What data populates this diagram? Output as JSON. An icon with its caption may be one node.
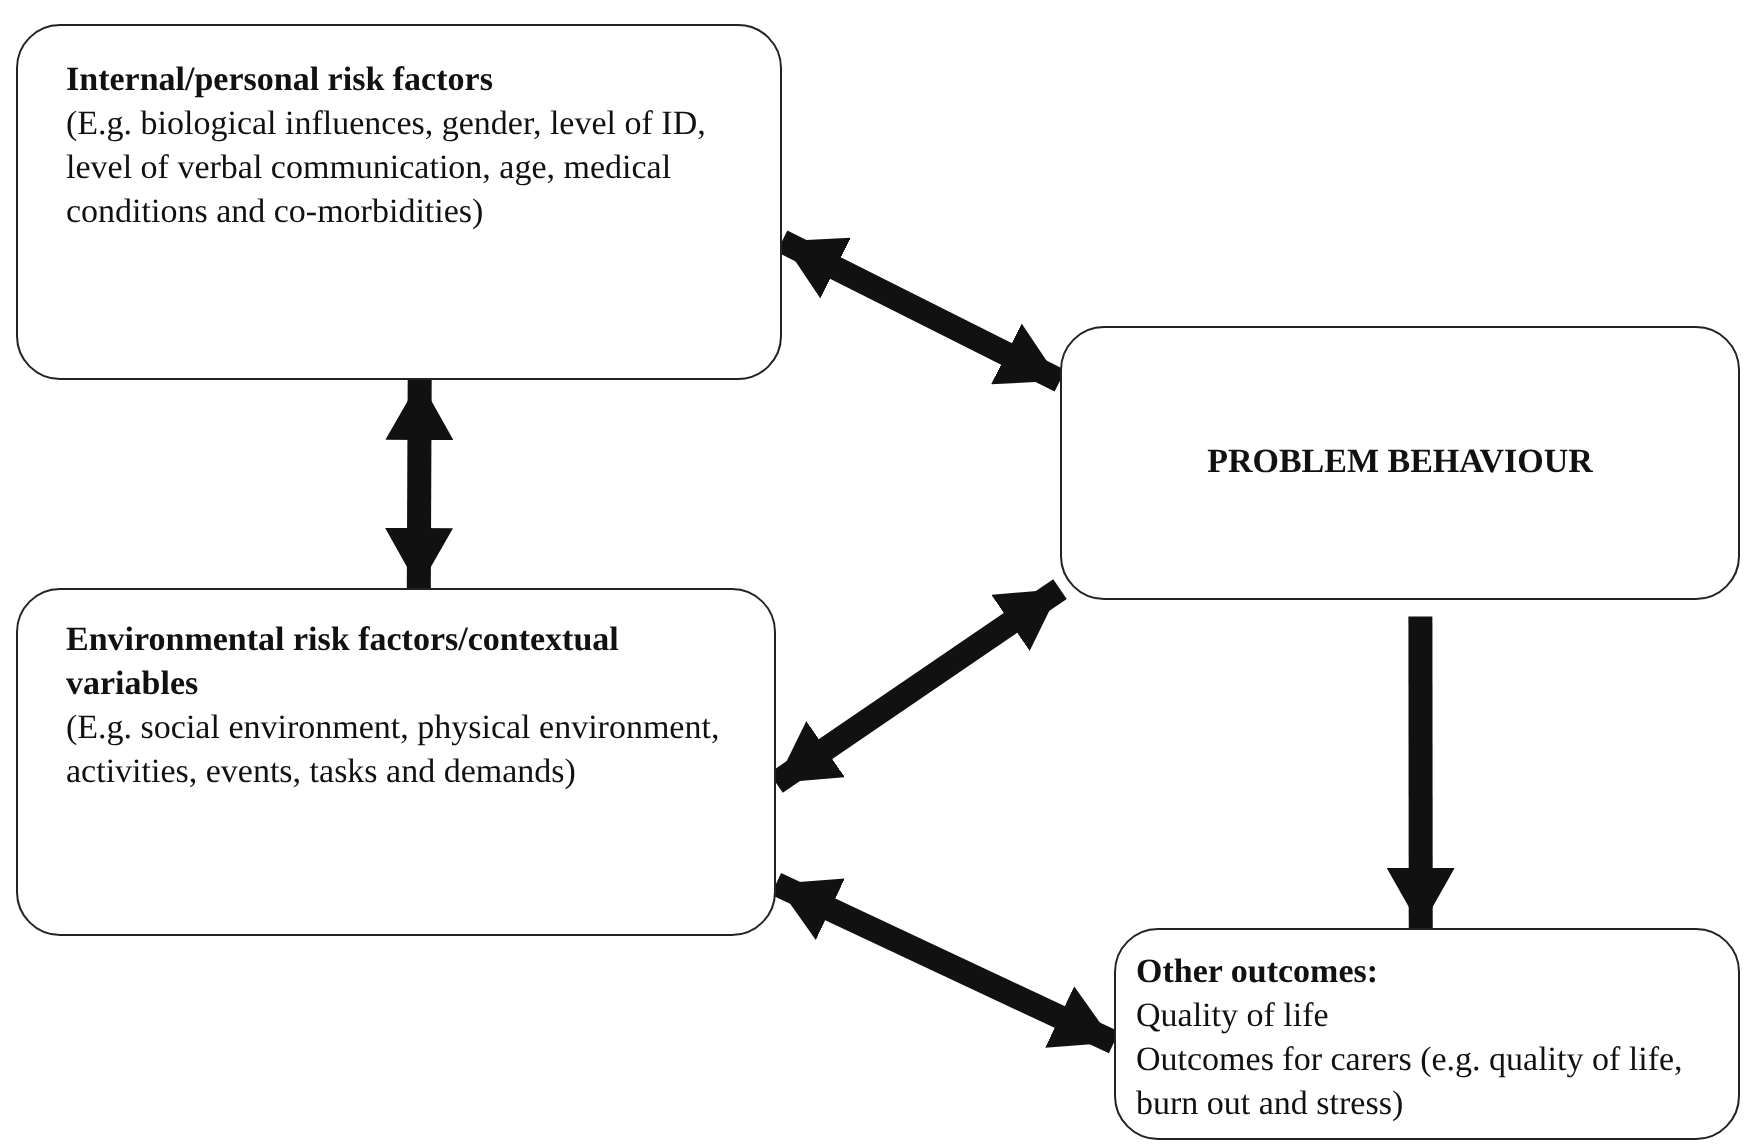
{
  "diagram": {
    "nodes": [
      {
        "text": [
          "Internal/personal risk factors",
          "(E.g. biological influences, gender, level of ID, level of verbal communication, age, medical conditions and co-morbidities)"
        ]
      },
      {
        "text": [
          "PROBLEM BEHAVIOUR"
        ]
      },
      {
        "text": [
          "Environmental risk factors/contextual variables",
          "(E.g. social environment, physical environment, activities, events, tasks and demands)"
        ]
      },
      {
        "text": [
          "Other outcomes:",
          "Quality of life",
          "Outcomes for carers (e.g. quality of life, burn out and stress)"
        ]
      }
    ],
    "edges": [
      {
        "from": 0,
        "to": 1,
        "arrow": "both"
      },
      {
        "from": 0,
        "to": 2,
        "arrow": "both"
      },
      {
        "from": 2,
        "to": 1,
        "arrow": "both"
      },
      {
        "from": 1,
        "to": 3,
        "arrow": "to"
      },
      {
        "from": 2,
        "to": 3,
        "arrow": "both"
      }
    ]
  }
}
